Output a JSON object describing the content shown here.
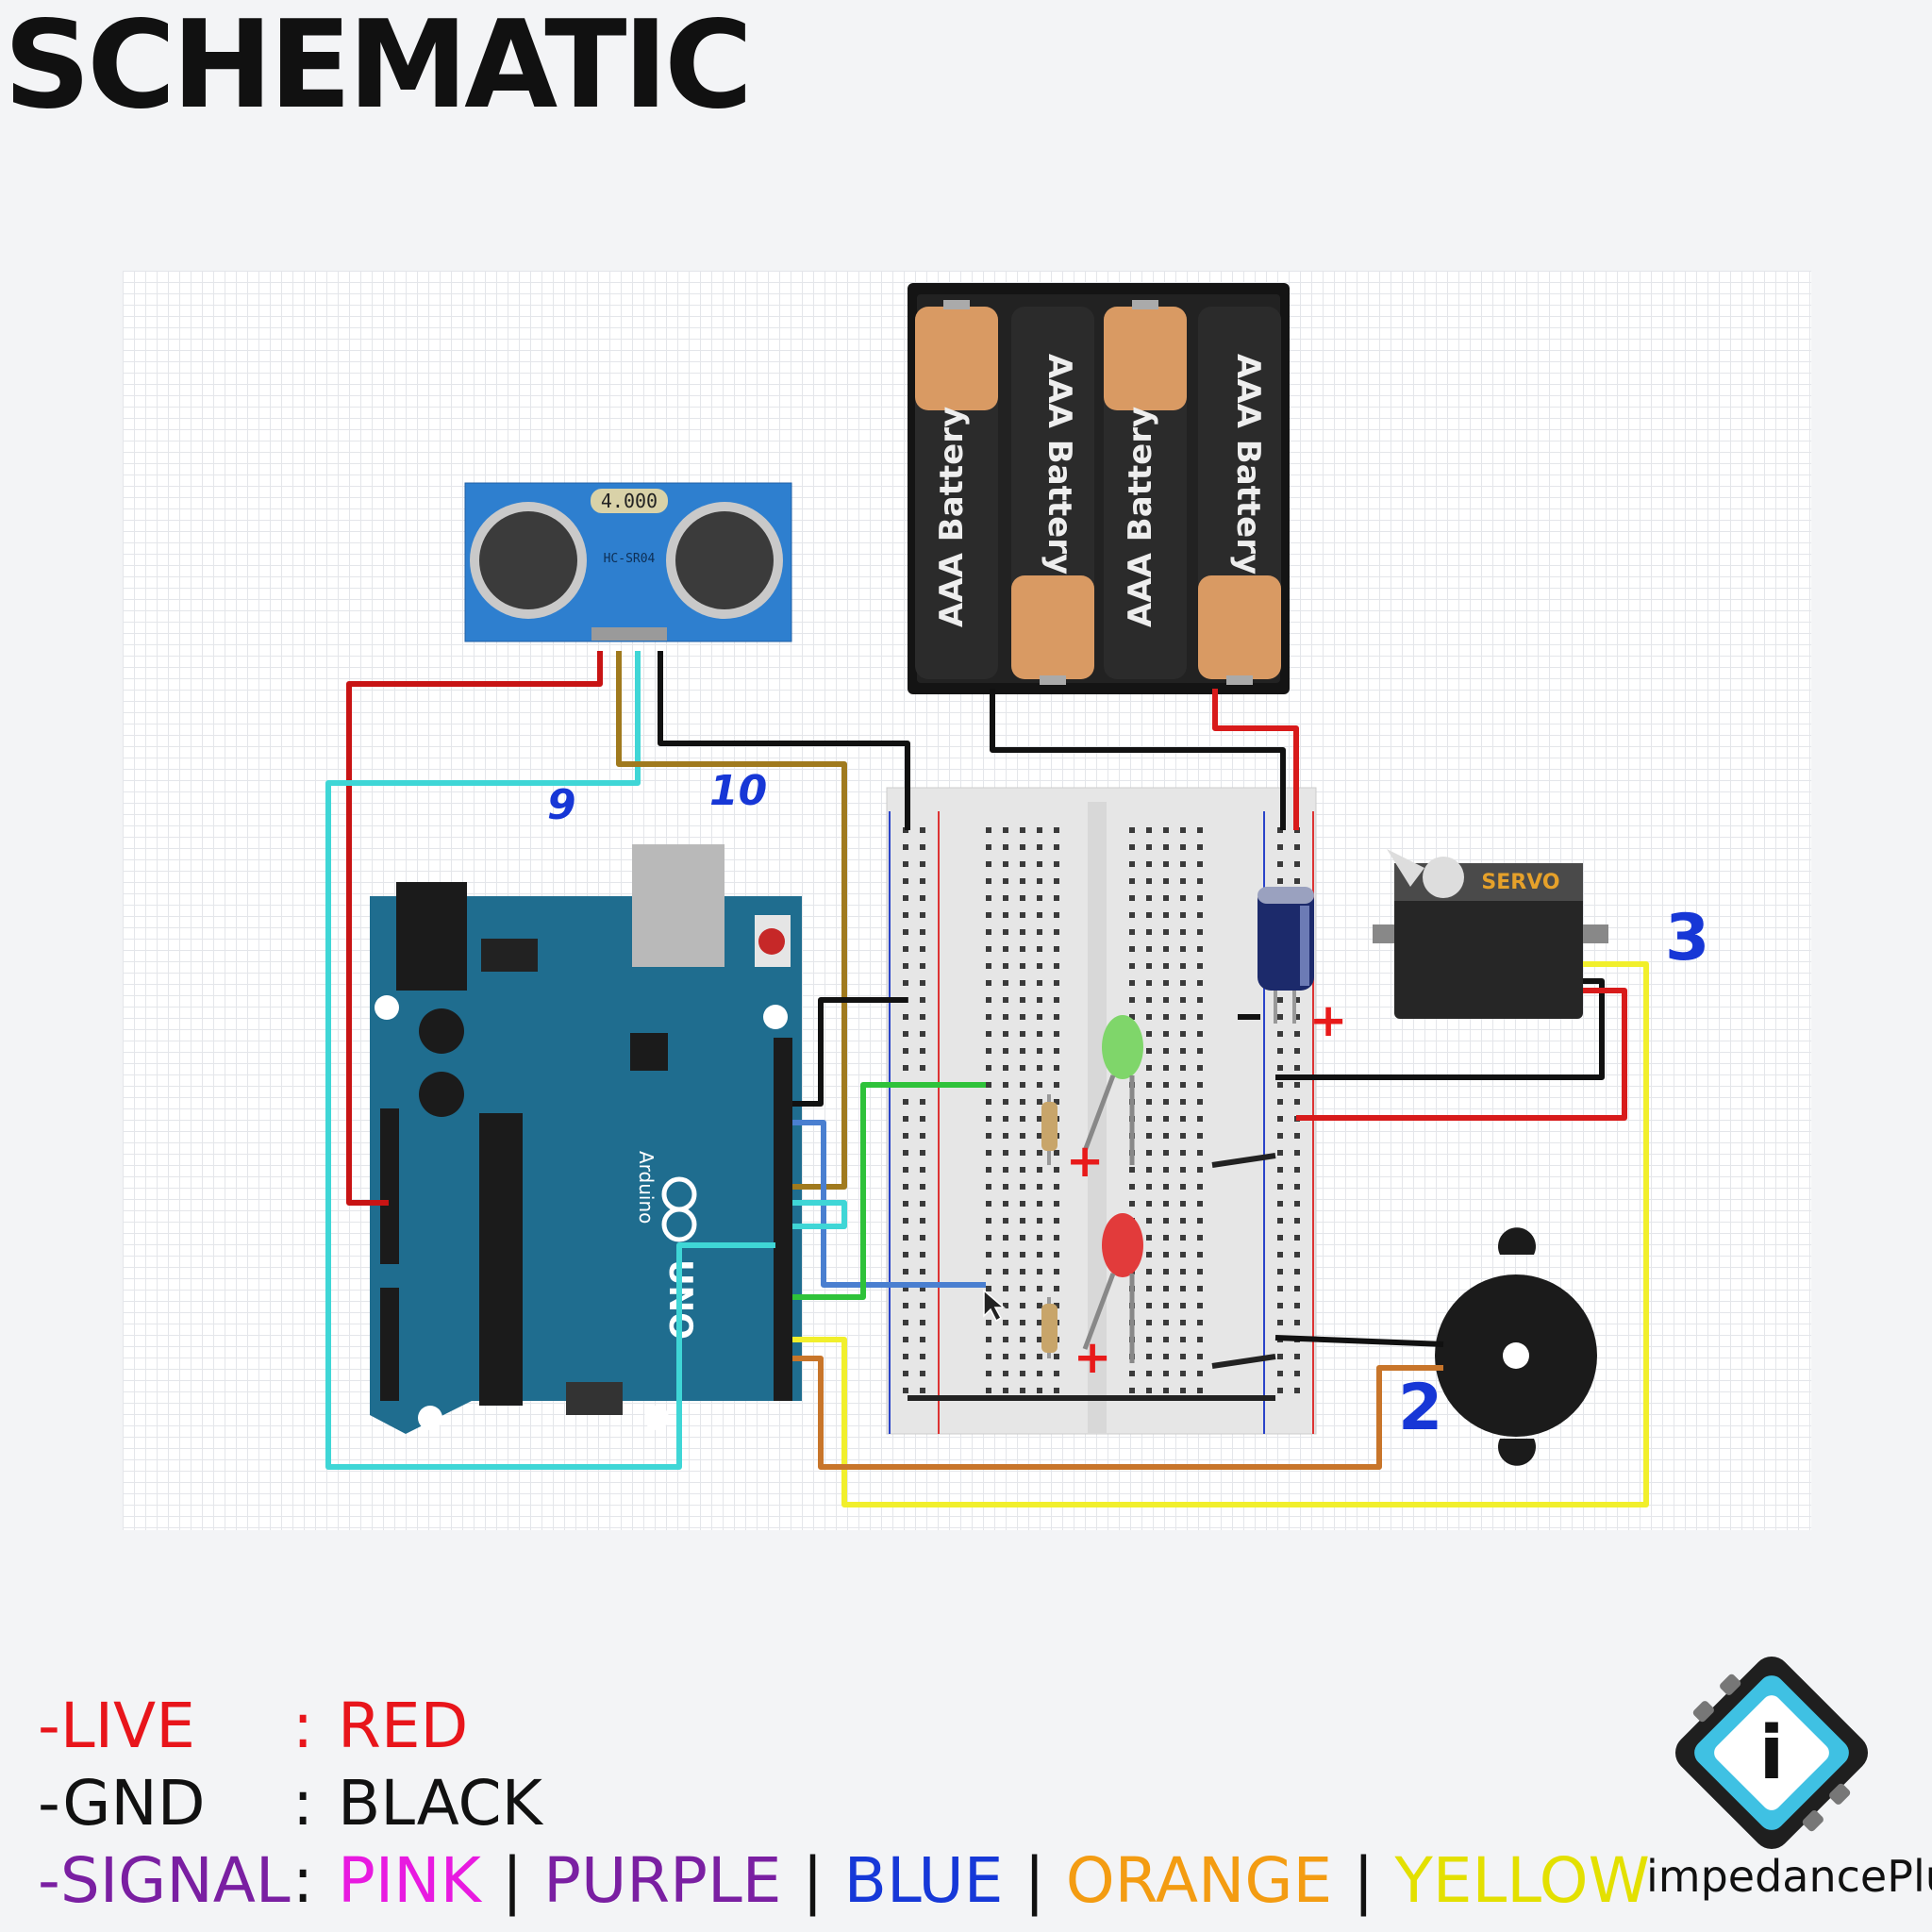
{
  "title": "SCHEMATIC",
  "labels": {
    "pin9": "9",
    "pin10": "10",
    "pin3": "3",
    "pin2": "2",
    "sensor_display": "4.000",
    "sensor_model": "HC-SR04",
    "servo": "SERVO",
    "battery": "AAA Battery",
    "arduino": "Arduino",
    "uno": "UNO"
  },
  "legend": {
    "live": {
      "label": "-LIVE",
      "colon": ":",
      "value": "RED"
    },
    "gnd": {
      "label": "-GND",
      "colon": ":",
      "value": "BLACK"
    },
    "signal": {
      "label": "-SIGNAL",
      "colon": ":",
      "values": [
        "PINK",
        "PURPLE",
        "BLUE",
        "ORANGE",
        "YELLOW"
      ],
      "separator": "|"
    }
  },
  "logo": {
    "name": "impedancePlus",
    "glyph": "i"
  },
  "colors": {
    "red": "#e8151b",
    "black": "#111111",
    "pink": "#e81ae0",
    "purple": "#7a1fa2",
    "blue": "#1638d8",
    "orange": "#f39c12",
    "yellow": "#e3e000",
    "wire_red": "#c81414",
    "wire_cyan": "#3fd6d6",
    "wire_brown": "#a07a1e",
    "wire_blue": "#4a7fd0",
    "wire_green": "#2fc23a",
    "wire_yellow": "#f1ef2c",
    "wire_orange": "#c8752a",
    "arduino": "#1f6d8f",
    "sensor": "#2e7fcf",
    "pin_label": "#1737d6"
  }
}
